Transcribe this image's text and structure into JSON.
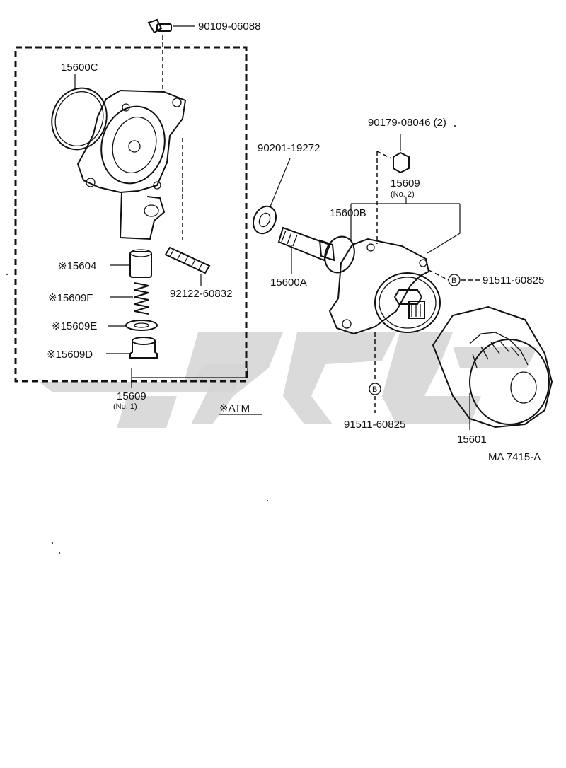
{
  "diagram": {
    "code": "MA  7415-A",
    "atm_note": "※ATM"
  },
  "parts": {
    "p90109": "90109-06088",
    "p15600C": "15600C",
    "p15604": "※15604",
    "p15609F": "※15609F",
    "p15609E": "※15609E",
    "p15609D": "※15609D",
    "p92122": "92122-60832",
    "p15609_no1": "15609",
    "p15609_no1_sub": "(No. 1)",
    "p90201": "90201-19272",
    "p90179": "90179-08046  (2)",
    "p15609_no2": "15609",
    "p15609_no2_sub": "(No. 2)",
    "p15600B": "15600B",
    "p15600A": "15600A",
    "p91511_a": "91511-60825",
    "p91511_b": "91511-60825",
    "p15601": "15601",
    "marker_b1": "B",
    "marker_b2": "B"
  },
  "colors": {
    "ink": "#111111",
    "watermark": "#d4d4d4"
  }
}
